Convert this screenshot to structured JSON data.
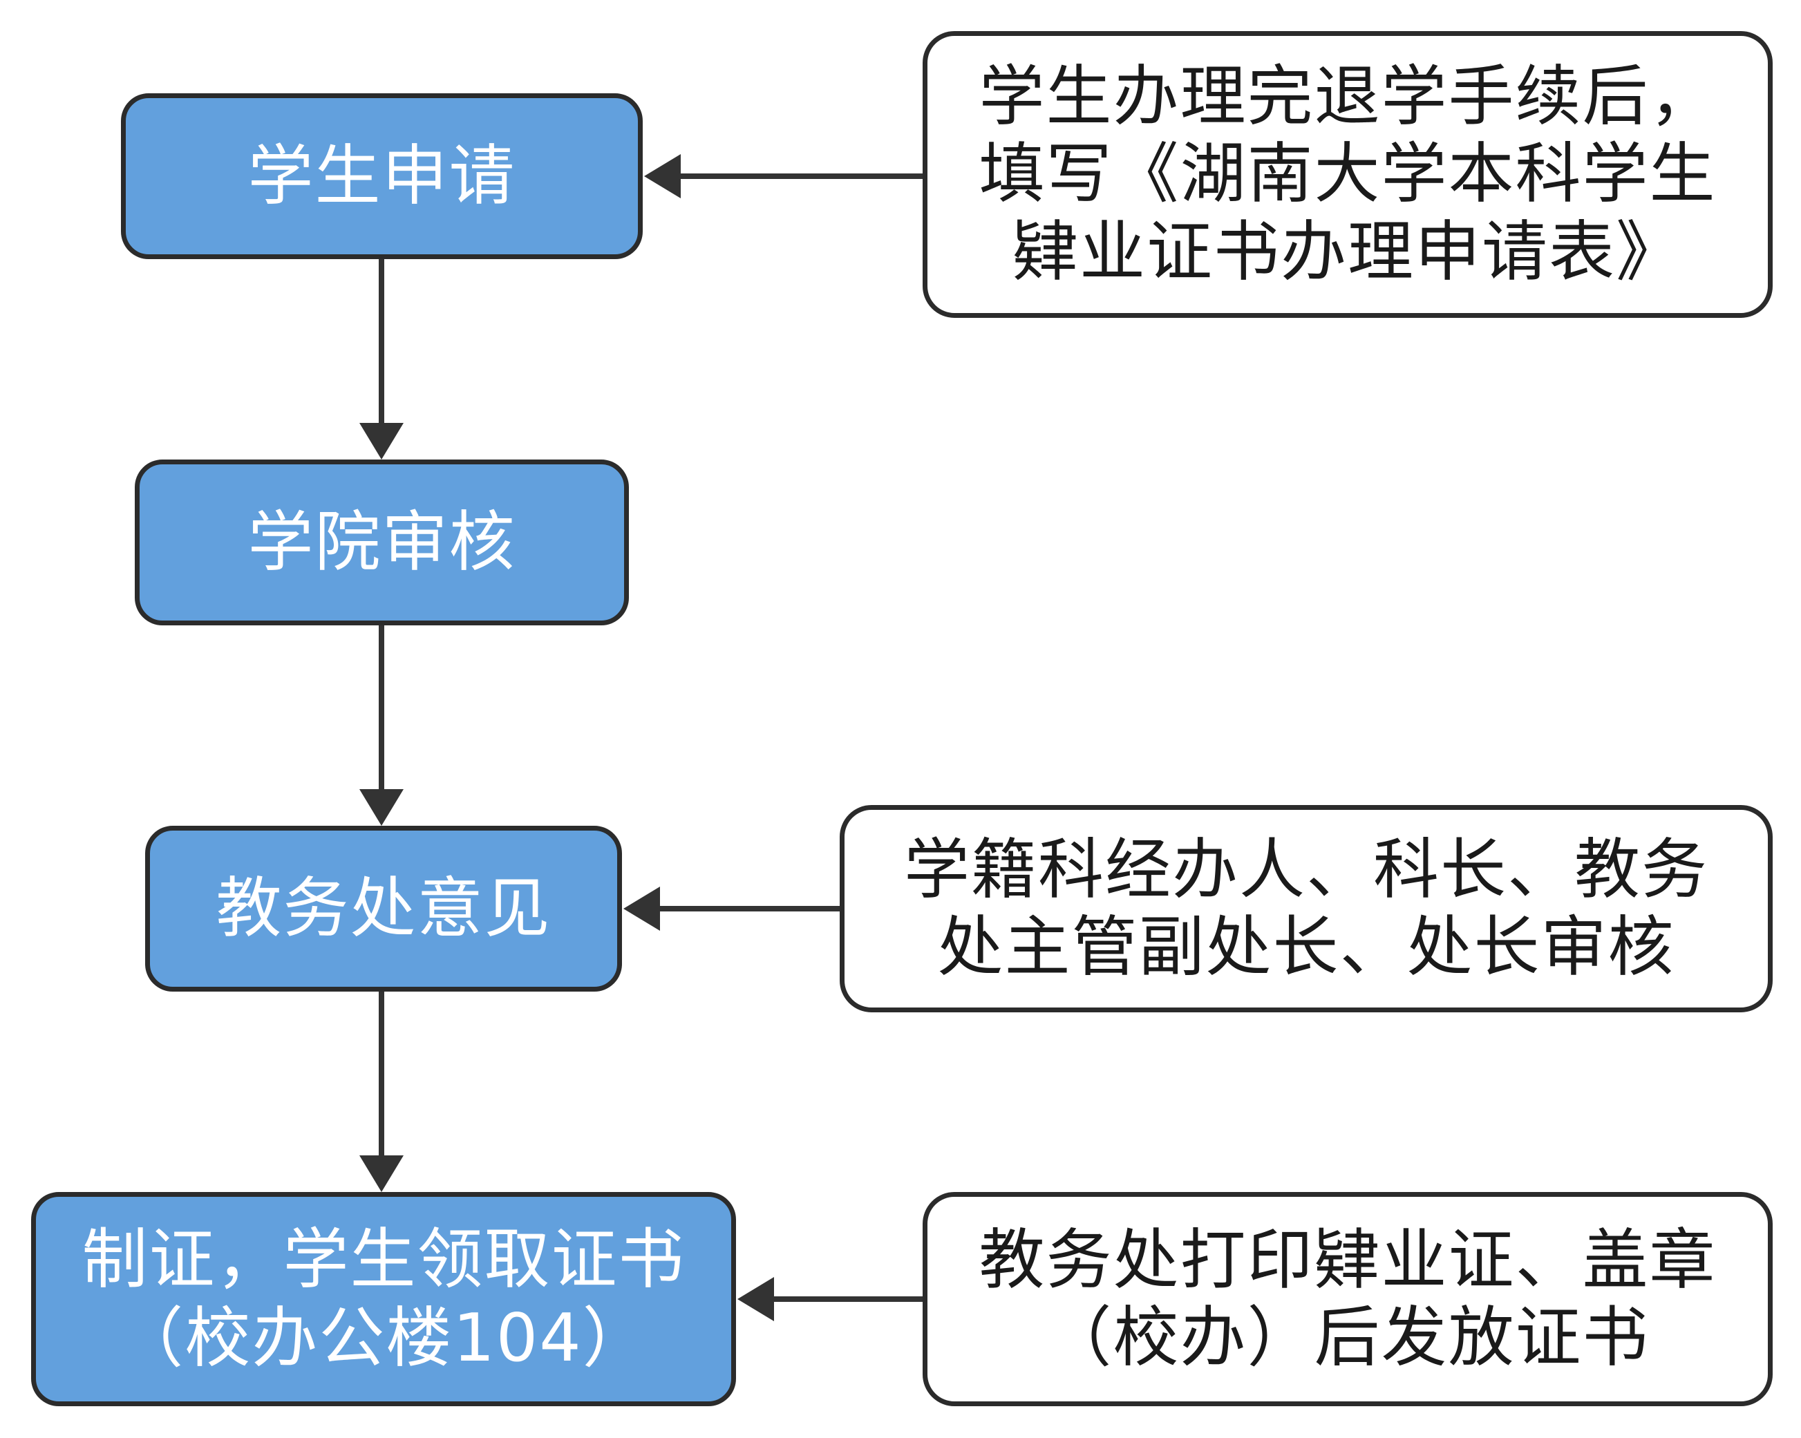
{
  "steps": [
    {
      "lines": [
        "学生申请"
      ]
    },
    {
      "lines": [
        "学院审核"
      ]
    },
    {
      "lines": [
        "教务处意见"
      ]
    },
    {
      "lines": [
        "制证，学生领取证书",
        "（校办公楼104）"
      ]
    }
  ],
  "notes": [
    {
      "lines": [
        "学生办理完退学手续后，",
        "填写《湖南大学本科学生",
        "肄业证书办理申请表》"
      ]
    },
    {
      "lines": [
        "学籍科经办人、科长、教务",
        "处主管副处长、处长审核"
      ]
    },
    {
      "lines": [
        "教务处打印肄业证、盖章",
        "（校办）后发放证书"
      ]
    }
  ],
  "colors": {
    "step_fill": "#62a0dd",
    "border": "#2b2b2b",
    "arrow": "#333333"
  }
}
